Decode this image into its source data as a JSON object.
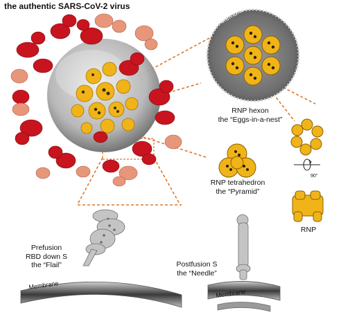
{
  "title": "the authentic SARS-CoV-2 virus",
  "labels": {
    "membrane_hexon": "Membrane",
    "hexon_line1": "RNP hexon",
    "hexon_line2": "the “Eggs-in-a-nest”",
    "pyramid_line1": "RNP tetrahedron",
    "pyramid_line2": "the “Pyramid”",
    "rotation": "90°",
    "rnp": "RNP",
    "prefusion_line1": "Prefusion",
    "prefusion_line2": "RBD down S",
    "prefusion_line3": "the “Flail”",
    "membrane_left": "Membrane",
    "postfusion_line1": "Postfusion S",
    "postfusion_line2": "the “Needle”",
    "membrane_right": "Membrane"
  },
  "colors": {
    "spike_dark": "#c8141e",
    "spike_light": "#e8967a",
    "rnp_gold": "#f0b418",
    "membrane_grey": "#9a9a9a",
    "leader_orange": "#d9782d"
  }
}
